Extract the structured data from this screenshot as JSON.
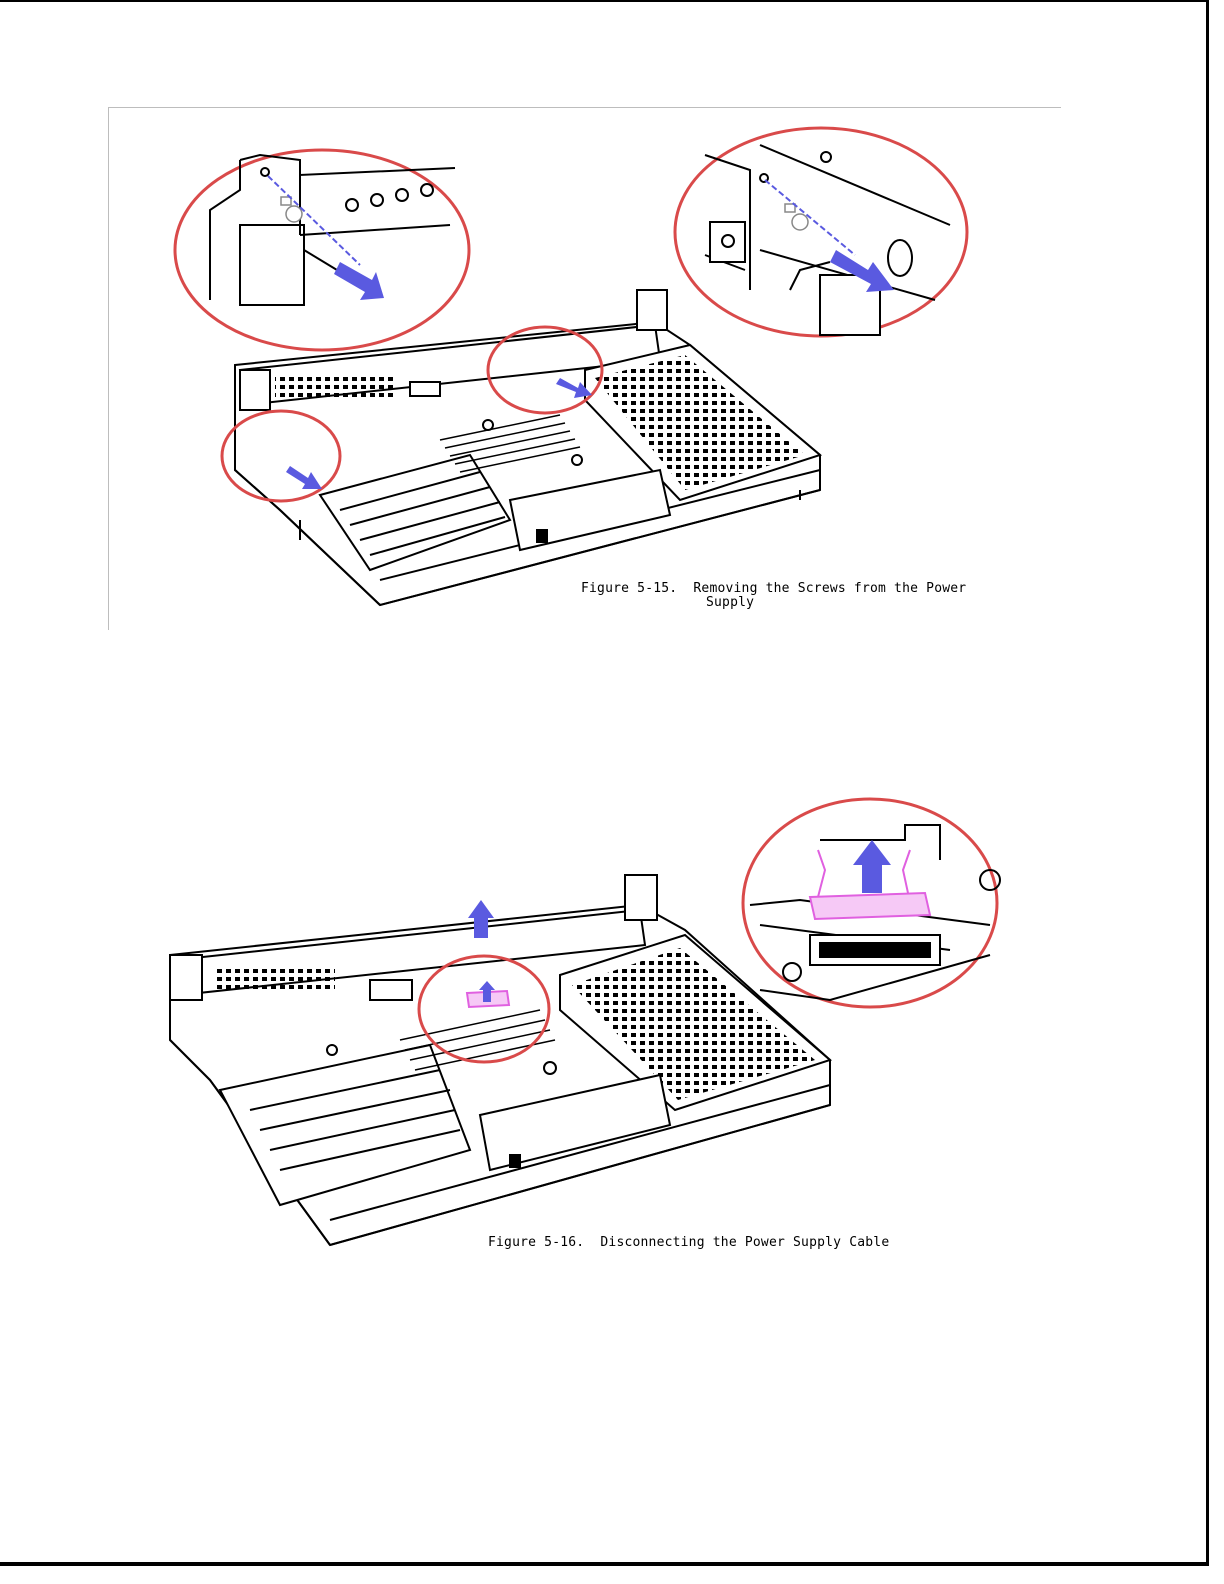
{
  "figures": [
    {
      "caption_number": "Figure 5-15.",
      "caption_line1": "Removing the Screws from the Power",
      "caption_line2": "Supply"
    },
    {
      "caption_number": "Figure 5-16.",
      "caption_line1": "Disconnecting the Power Supply Cable"
    }
  ],
  "colors": {
    "callout_circle": "#d94a4a",
    "arrow": "#5a5ae0",
    "connector": "#e060e0",
    "line_art": "#000000"
  }
}
